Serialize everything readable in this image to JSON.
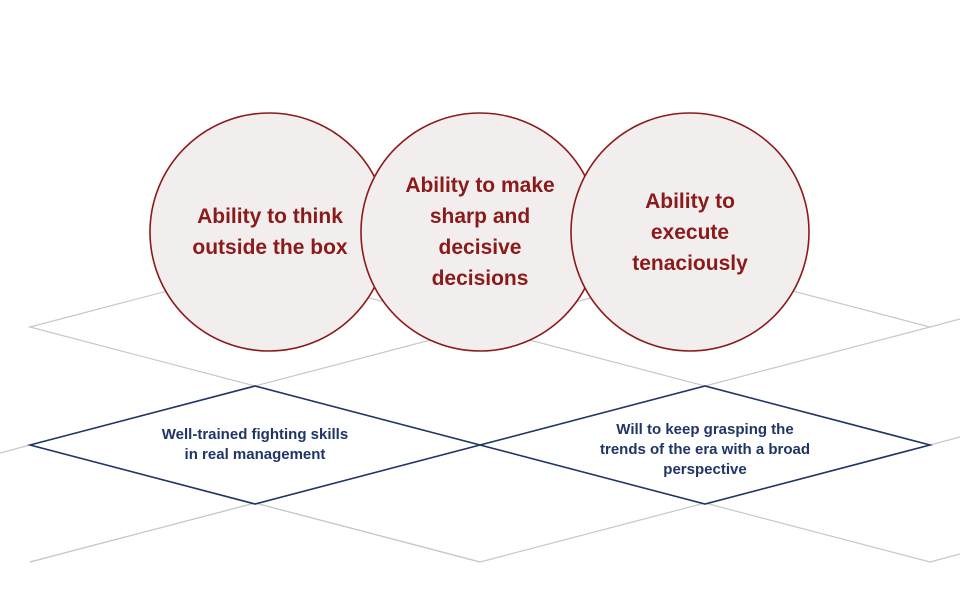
{
  "circles": [
    {
      "label": "Ability to think\noutside the box"
    },
    {
      "label": "Ability to make\nsharp and\ndecisive\ndecisions"
    },
    {
      "label": "Ability to\nexecute\ntenaciously"
    }
  ],
  "diamonds": [
    {
      "label": "Well-trained fighting skills\nin real management"
    },
    {
      "label": "Will to keep grasping the\ntrends of the era with a broad\nperspective"
    }
  ],
  "colors": {
    "circle_text": "#8b1a1a",
    "circle_fill": "#f2eeee",
    "diamond_text": "#1f3566",
    "grid": "#c8c8c8"
  }
}
